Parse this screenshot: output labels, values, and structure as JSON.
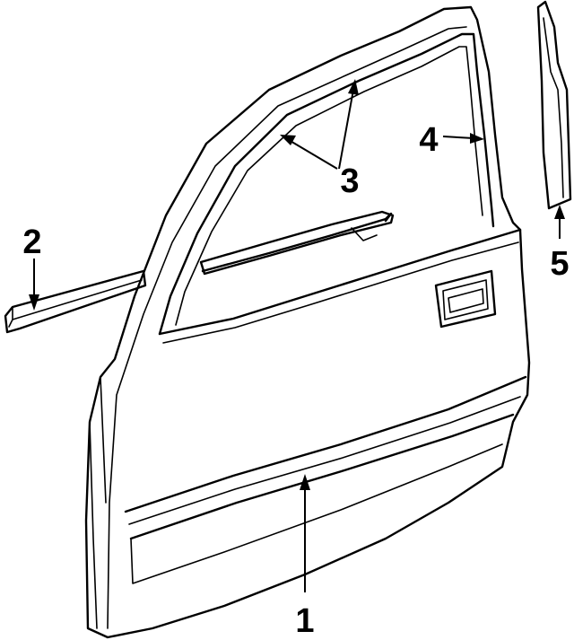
{
  "callouts": [
    {
      "id": "door-shell",
      "label": "1"
    },
    {
      "id": "body-side-molding",
      "label": "2"
    },
    {
      "id": "window-weatherstrips",
      "label": "3"
    },
    {
      "id": "run-channel",
      "label": "4"
    },
    {
      "id": "pillar-applique",
      "label": "5"
    }
  ]
}
